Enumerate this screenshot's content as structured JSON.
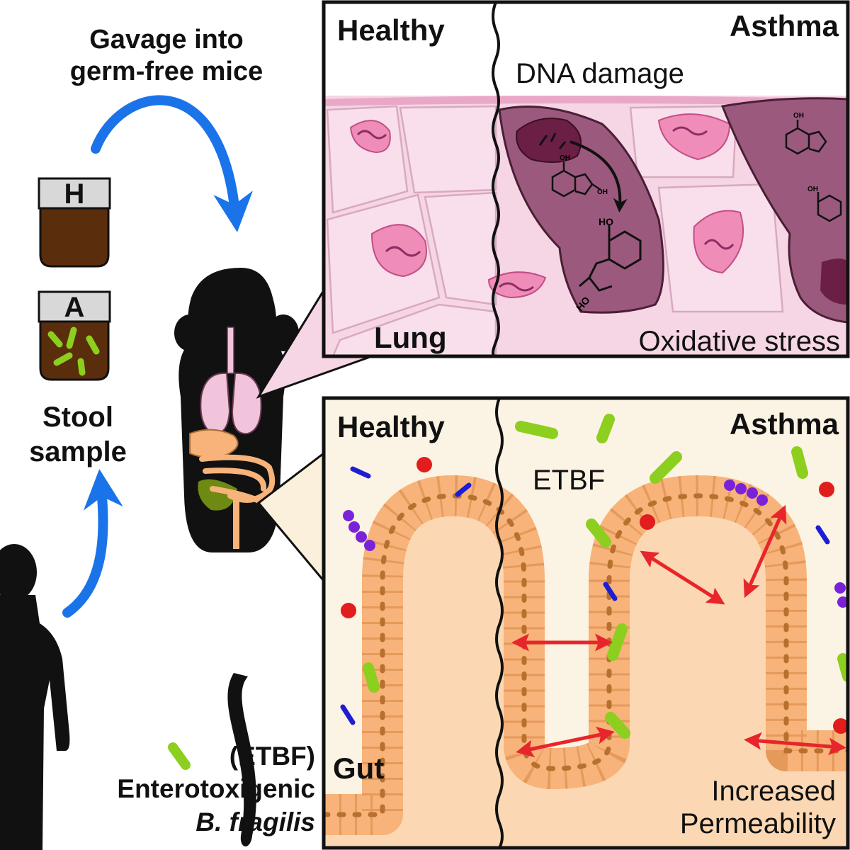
{
  "left": {
    "title_line1": "Gavage into",
    "title_line2": "germ-free mice",
    "jar_healthy_label": "H",
    "jar_asthma_label": "A",
    "stool_line1": "Stool",
    "stool_line2": "sample",
    "legend_abbrev": "(ETBF)",
    "legend_line1": "Enterotoxigenic",
    "legend_line2": "B. fragilis"
  },
  "lung_panel": {
    "healthy": "Healthy",
    "asthma": "Asthma",
    "dna_damage": "DNA damage",
    "organ": "Lung",
    "oxidative": "Oxidative stress",
    "oh_label": "OH",
    "ho_label": "HO"
  },
  "gut_panel": {
    "healthy": "Healthy",
    "asthma": "Asthma",
    "etbf": "ETBF",
    "organ": "Gut",
    "perm_line1": "Increased",
    "perm_line2": "Permeability"
  },
  "colors": {
    "arrow_blue": "#1a73e8",
    "stool_brown": "#5a2d0c",
    "etbf_green": "#8ccf1e",
    "epithelium_orange": "#f7b37a",
    "cell_pink": "#f6d6e4",
    "damaged_cell": "#8e4a6e",
    "permeability_red": "#e8252a"
  }
}
